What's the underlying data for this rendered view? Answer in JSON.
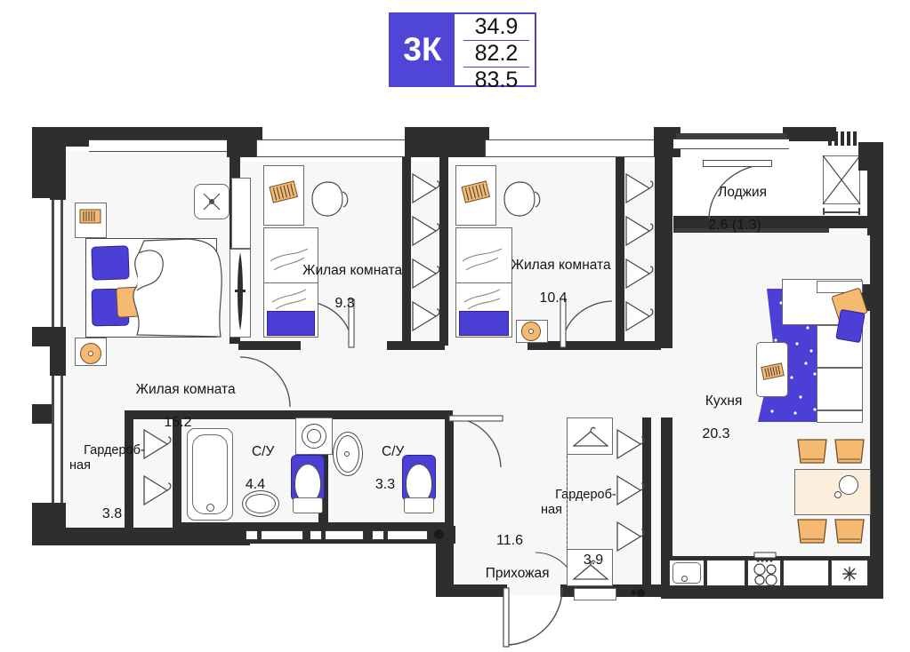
{
  "badge": {
    "rooms_label": "3К",
    "area_living": "34.9",
    "area_total": "82.2",
    "area_with_balcony": "83.5"
  },
  "plan": {
    "title": "Floor plan 3-room apartment",
    "rooms": [
      {
        "id": "bedroom-master",
        "name": "Жилая комната",
        "area": "15.2"
      },
      {
        "id": "bedroom-2",
        "name": "Жилая комната",
        "area": "9.3"
      },
      {
        "id": "bedroom-3",
        "name": "Жилая комната",
        "area": "10.4"
      },
      {
        "id": "wardrobe-1",
        "name": "Гардероб-\nная",
        "area": "3.8"
      },
      {
        "id": "bathroom-1",
        "name": "С/У",
        "area": "4.4"
      },
      {
        "id": "bathroom-2",
        "name": "С/У",
        "area": "3.3"
      },
      {
        "id": "hallway",
        "name": "Прихожая",
        "area": "11.6"
      },
      {
        "id": "wardrobe-2",
        "name": "Гардероб-\nная",
        "area": "3.9"
      },
      {
        "id": "kitchen",
        "name": "Кухня",
        "area": "20.3"
      },
      {
        "id": "loggia",
        "name": "Лоджия",
        "area": "2.6 (1.3)"
      }
    ]
  },
  "colors": {
    "accent": "#4f46d8",
    "wall": "#2e2e2e",
    "room_fill": "#f7f7f7",
    "furniture_orange": "#f5b971",
    "furniture_blue": "#4c3fd6"
  }
}
